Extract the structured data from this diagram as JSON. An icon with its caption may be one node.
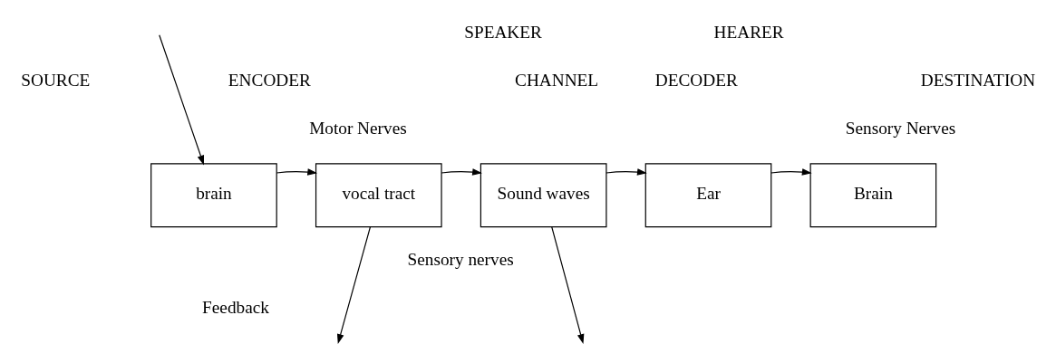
{
  "diagram": {
    "nodes": [
      {
        "text": [
          "brain"
        ]
      },
      {
        "text": [
          "vocal tract"
        ]
      },
      {
        "text": [
          "Sound waves"
        ]
      },
      {
        "text": [
          "Ear"
        ]
      },
      {
        "text": [
          "Brain"
        ]
      }
    ],
    "edges": [
      {
        "from": 0,
        "to": 1,
        "arrow": "to"
      },
      {
        "from": 1,
        "to": 2,
        "arrow": "to"
      },
      {
        "from": 2,
        "to": 3,
        "arrow": "to"
      },
      {
        "from": 3,
        "to": 4,
        "arrow": "to"
      },
      {
        "from": null,
        "to": 0,
        "arrow": "to"
      },
      {
        "from": 1,
        "to": null,
        "arrow": "to"
      },
      {
        "from": 2,
        "to": null,
        "arrow": "to"
      }
    ],
    "labels": [
      "SPEAKER",
      "HEARER",
      "SOURCE",
      "ENCODER",
      "CHANNEL",
      "DECODER",
      "DESTINATION",
      "Motor Nerves",
      "Sensory Nerves",
      "Sensory nerves",
      "Feedback"
    ]
  }
}
